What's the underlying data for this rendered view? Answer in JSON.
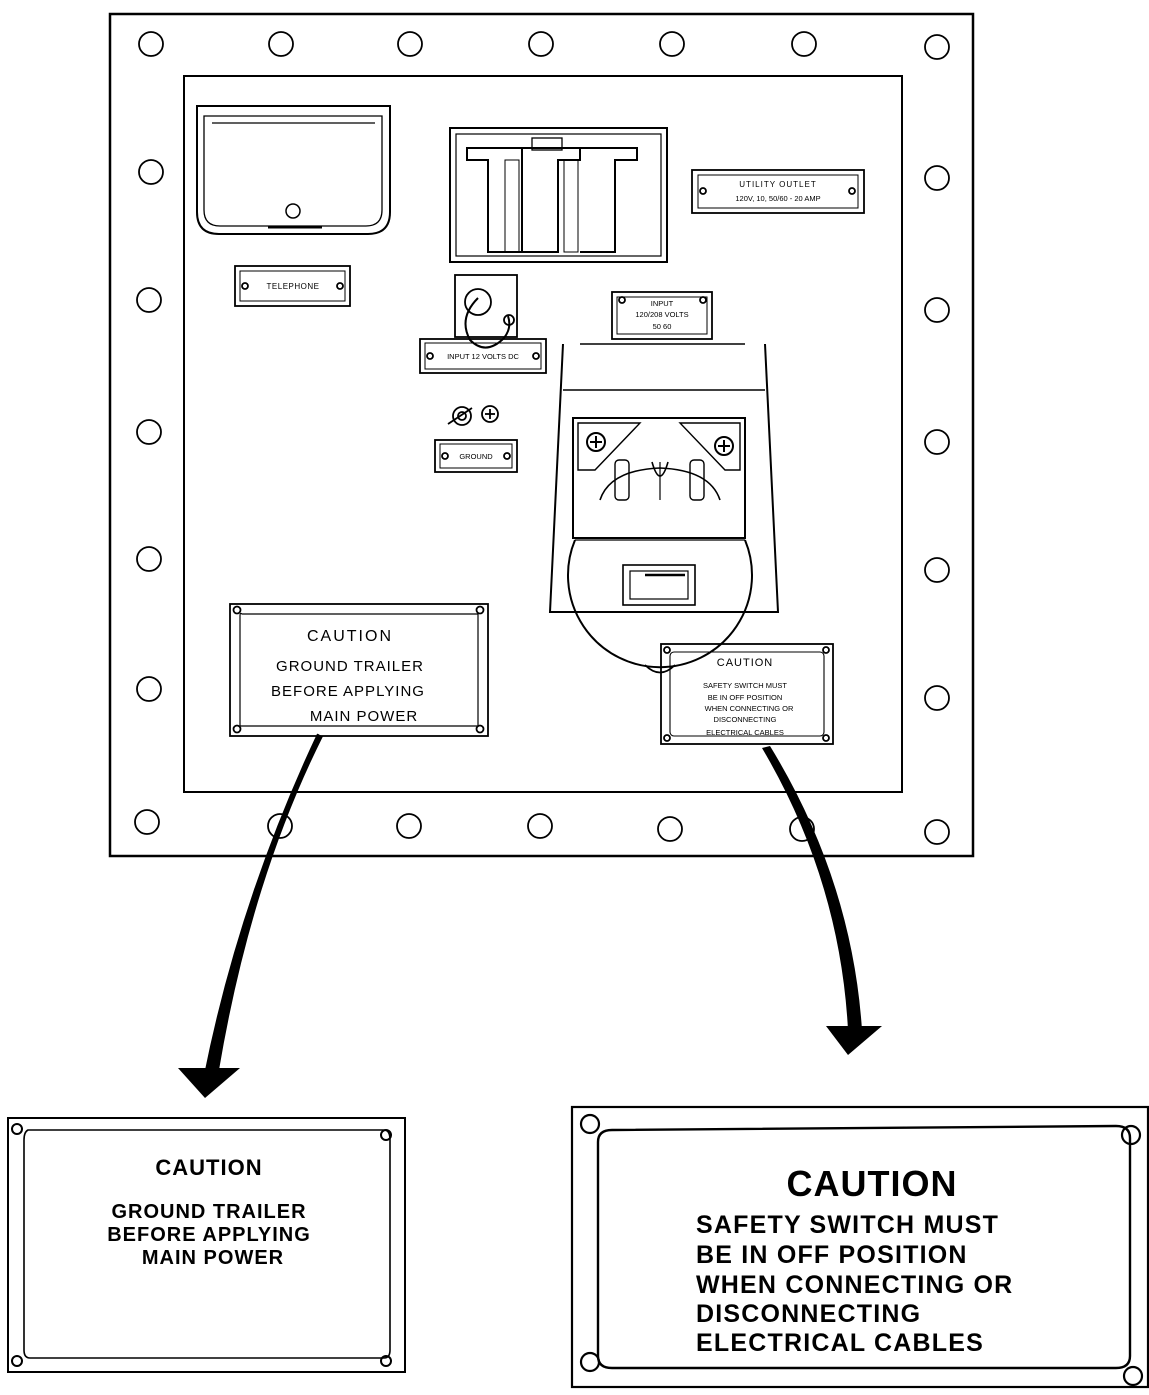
{
  "panel_labels": {
    "utility_outlet_title": "UTILITY OUTLET",
    "utility_outlet_rating": "120V, 10, 50/60 - 20 AMP",
    "telephone": "TELEPHONE",
    "input_dc": "INPUT 12 VOLTS DC",
    "input_ac_title": "INPUT",
    "input_ac_volts": "120/208 VOLTS",
    "input_ac_freq": "50 60",
    "ground": "GROUND"
  },
  "small_ground_caution": {
    "heading": "CAUTION",
    "lines": [
      "GROUND TRAILER",
      "BEFORE APPLYING",
      "MAIN POWER"
    ]
  },
  "small_safety_caution": {
    "heading": "CAUTION",
    "lines": [
      "SAFETY SWITCH MUST",
      "BE IN OFF POSITION",
      "WHEN CONNECTING OR",
      "DISCONNECTING",
      "ELECTRICAL CABLES"
    ]
  },
  "detail_ground_caution": {
    "heading": "CAUTION",
    "lines": [
      "GROUND TRAILER",
      "BEFORE APPLYING",
      "MAIN POWER"
    ]
  },
  "detail_safety_caution": {
    "heading": "CAUTION",
    "lines": [
      "SAFETY SWITCH MUST",
      "BE IN OFF POSITION",
      "WHEN CONNECTING OR",
      "DISCONNECTING",
      "ELECTRICAL CABLES"
    ]
  }
}
